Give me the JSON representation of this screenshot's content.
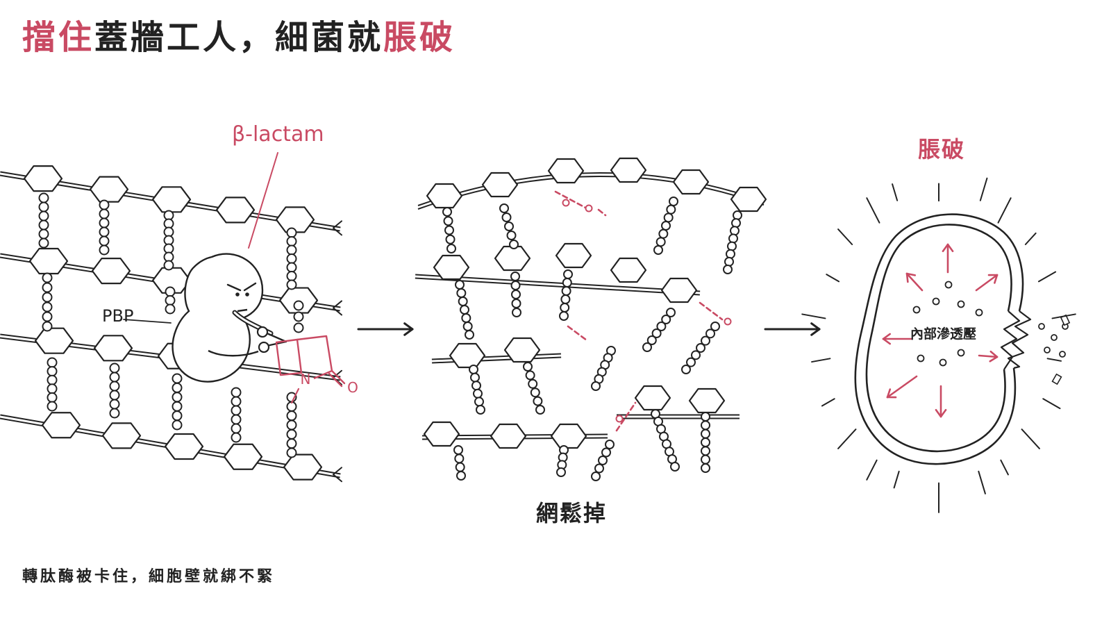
{
  "colors": {
    "accent": "#c94a63",
    "ink": "#222222"
  },
  "title": {
    "part1": "擋住",
    "part2": "蓋牆工人，細菌就",
    "part3": "脹破"
  },
  "panel_intact": {
    "drug_label": "β-lactam",
    "enzyme_label": "PBP",
    "ring_atoms": {
      "nitrogen": "N",
      "oxygen": "O"
    }
  },
  "panel_loose": {
    "label": "網鬆掉"
  },
  "panel_burst": {
    "label": "脹破",
    "inner_label": "內部滲透壓"
  },
  "caption": "轉肽酶被卡住，細胞壁就綁不緊",
  "icons": [
    "arrow-right-icon",
    "pressure-arrow-icon",
    "burst-ray-icon",
    "pbp-enzyme-icon",
    "beta-lactam-ring-icon",
    "scissors-icon"
  ]
}
